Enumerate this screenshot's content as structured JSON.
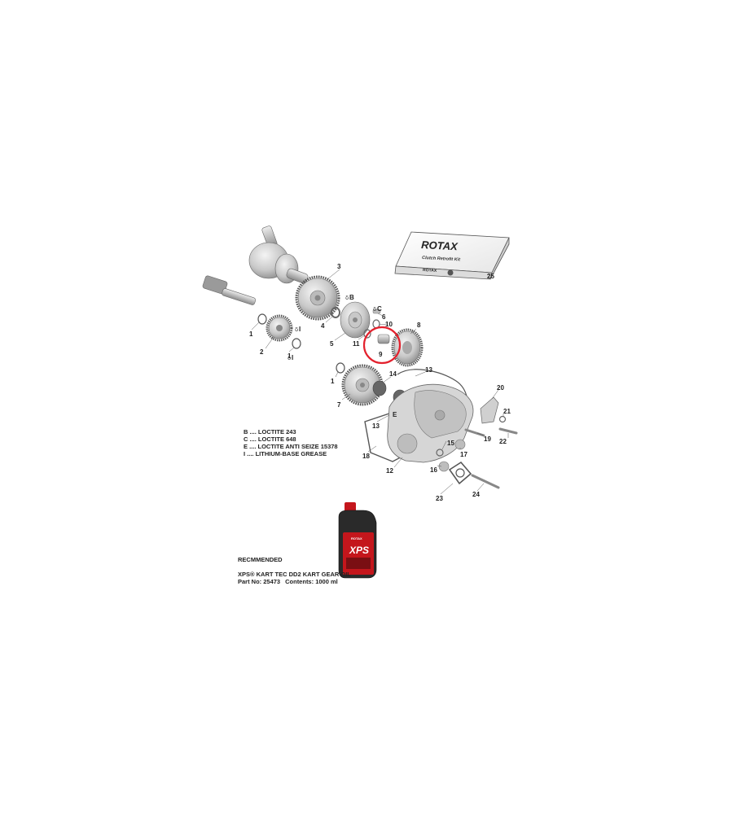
{
  "kit_box": {
    "brand": "ROTAX",
    "title": "Clutch Retrofit Kit",
    "small_brand": "ROTAX"
  },
  "callouts": [
    "1",
    "1",
    "1",
    "2",
    "3",
    "4",
    "5",
    "6",
    "7",
    "8",
    "9",
    "10",
    "11",
    "12",
    "13",
    "13",
    "14",
    "15",
    "16",
    "17",
    "18",
    "19",
    "20",
    "21",
    "22",
    "23",
    "24",
    "25"
  ],
  "legend": [
    "B .... LOCTITE 243",
    "C .... LOCTITE 648",
    "E .... LOCTITE ANTI SEIZE 15378",
    "I  .... LITHIUM-BASE GREASE"
  ],
  "markers": {
    "B": "B",
    "C": "C",
    "I": "I",
    "I2": "I",
    "E": "E"
  },
  "recommended": {
    "heading": "RECMMENDED",
    "product": "XPS® KART TEC DD2 KART GEAR OIL",
    "part_no": "Part No: 25473",
    "contents": "Contents: 1000 ml"
  },
  "bottle": {
    "brand": "XPS",
    "maker": "ROTAX"
  },
  "highlight_color": "#e3212d"
}
